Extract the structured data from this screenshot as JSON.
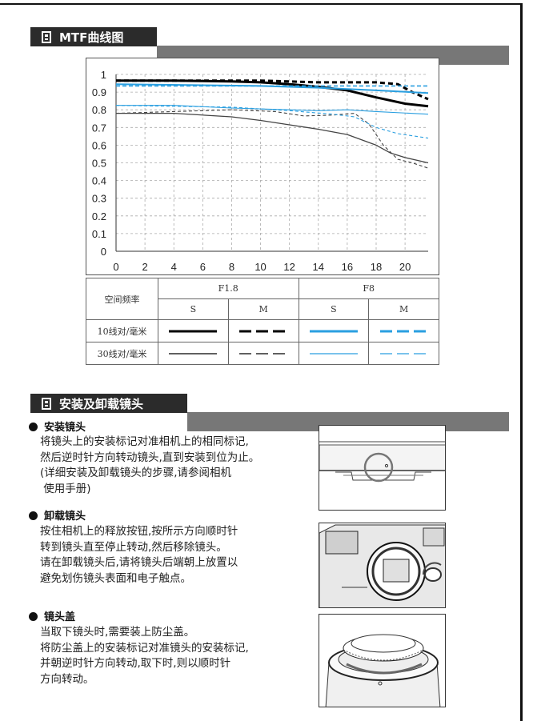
{
  "mtf_section": {
    "title": "MTF曲线图"
  },
  "chart_data": {
    "type": "line",
    "title": "",
    "xlabel": "",
    "ylabel": "",
    "x_ticks": [
      0,
      2,
      4,
      6,
      8,
      10,
      12,
      14,
      16,
      18,
      20
    ],
    "y_ticks": [
      0,
      0.1,
      0.2,
      0.3,
      0.4,
      0.5,
      0.6,
      0.7,
      0.8,
      0.9,
      1
    ],
    "y_tick_labels": [
      "0",
      "0.1",
      "0.2",
      "0.3",
      "0.4",
      "0.5",
      "0.6",
      "0.7",
      "0.8",
      "0.9",
      "1"
    ],
    "xlim": [
      0,
      21.6
    ],
    "ylim": [
      0,
      1
    ],
    "grid": true,
    "series": [
      {
        "style": "F1.8 S 10线对/毫米",
        "color": "#000000",
        "width": 3,
        "dash": "",
        "x": [
          0,
          4,
          8,
          10,
          12,
          14,
          16,
          18,
          20,
          21.6
        ],
        "y": [
          0.965,
          0.965,
          0.96,
          0.955,
          0.945,
          0.93,
          0.91,
          0.87,
          0.835,
          0.82
        ]
      },
      {
        "style": "F1.8 M 10线对/毫米",
        "color": "#000000",
        "width": 3,
        "dash": "6,4",
        "x": [
          0,
          4,
          8,
          10,
          12,
          14,
          16,
          18,
          19.5,
          20.5,
          21.6
        ],
        "y": [
          0.965,
          0.965,
          0.965,
          0.965,
          0.96,
          0.955,
          0.955,
          0.955,
          0.945,
          0.9,
          0.86
        ]
      },
      {
        "style": "F8 S 10线对/毫米",
        "color": "#2a9fe0",
        "width": 2,
        "dash": "",
        "x": [
          0,
          5,
          10,
          14,
          18,
          21.6
        ],
        "y": [
          0.945,
          0.94,
          0.935,
          0.925,
          0.91,
          0.895
        ]
      },
      {
        "style": "F8 M 10线对/毫米",
        "color": "#2a9fe0",
        "width": 1.6,
        "dash": "5,3",
        "x": [
          0,
          6,
          10,
          14,
          18,
          21.6
        ],
        "y": [
          0.935,
          0.935,
          0.935,
          0.935,
          0.935,
          0.935
        ]
      },
      {
        "style": "F1.8 S 30线对/毫米",
        "color": "#444444",
        "width": 1.3,
        "dash": "",
        "x": [
          0,
          4,
          8,
          10,
          12,
          14,
          16,
          18,
          19,
          20,
          21.6
        ],
        "y": [
          0.78,
          0.78,
          0.76,
          0.74,
          0.715,
          0.69,
          0.66,
          0.6,
          0.555,
          0.53,
          0.5
        ]
      },
      {
        "style": "F1.8 M 30线对/毫米",
        "color": "#444444",
        "width": 1.1,
        "dash": "4,3",
        "x": [
          0,
          4,
          8,
          11,
          13,
          15,
          16.5,
          17.5,
          18.5,
          19.5,
          20.5,
          21.6
        ],
        "y": [
          0.78,
          0.79,
          0.8,
          0.79,
          0.765,
          0.77,
          0.78,
          0.72,
          0.6,
          0.52,
          0.5,
          0.47
        ]
      },
      {
        "style": "F8 S 30线对/毫米",
        "color": "#2a9fe0",
        "width": 1.1,
        "dash": "",
        "x": [
          0,
          4,
          8,
          12,
          14,
          16,
          18,
          21.6
        ],
        "y": [
          0.825,
          0.825,
          0.81,
          0.8,
          0.795,
          0.8,
          0.79,
          0.775
        ]
      },
      {
        "style": "F8 M 30线对/毫米",
        "color": "#2a9fe0",
        "width": 1.1,
        "dash": "4,3",
        "x": [
          0,
          4,
          8,
          12,
          15,
          16.5,
          18,
          19.5,
          21.6
        ],
        "y": [
          0.825,
          0.82,
          0.815,
          0.795,
          0.775,
          0.76,
          0.7,
          0.665,
          0.64
        ]
      }
    ]
  },
  "legend_table": {
    "freq_label": "空间频率",
    "f18": "F1.8",
    "f8": "F8",
    "s": "S",
    "m": "M",
    "row1": "10线对/毫米",
    "row2": "30线对/毫米"
  },
  "mount_section": {
    "title": "安装及卸载镜头",
    "attach": {
      "title": "安装镜头",
      "lines": [
        "将镜头上的安装标记对准相机上的相同标记,",
        "然后逆时针方向转动镜头,直到安装到位为止。",
        "(详细安装及卸载镜头的步骤,请参阅相机",
        " 使用手册)"
      ]
    },
    "detach": {
      "title": "卸载镜头",
      "lines": [
        "按住相机上的释放按钮,按所示方向顺时针",
        "转到镜头直至停止转动,然后移除镜头。",
        "请在卸载镜头后,请将镜头后端朝上放置以",
        "避免划伤镜头表面和电子触点。"
      ]
    },
    "cap": {
      "title": "镜头盖",
      "lines": [
        "当取下镜头时,需要装上防尘盖。",
        "将防尘盖上的安装标记对准镜头的安装标记,",
        "并朝逆时针方向转动,取下时,则以顺时针",
        "方向转动。"
      ]
    }
  }
}
